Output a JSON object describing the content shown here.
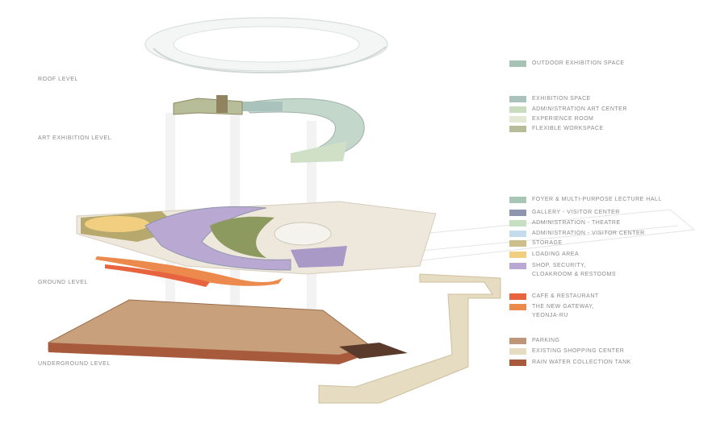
{
  "levels": {
    "roof": "ROOF LEVEL",
    "art": "ART EXHIBITION LEVEL",
    "ground": "GROUND LEVEL",
    "underground": "UNDERGROUND LEVEL"
  },
  "legend": [
    {
      "label": "OUTDOOR EXHIBITION SPACE",
      "color": "#a7c3b6"
    },
    {
      "label": "EXHIBITION SPACE",
      "color": "#a9c2bb"
    },
    {
      "label": "ADMINISTRATION ART CENTER",
      "color": "#c9dcc0"
    },
    {
      "label": "EXPERIENCE ROOM",
      "color": "#e2e8d3"
    },
    {
      "label": "FLEXIBLE WORKSPACE",
      "color": "#b7bd98"
    },
    {
      "label": "FOYER & MULTI-PURPOSE LECTURE HALL",
      "color": "#a8c5b5"
    },
    {
      "label": "GALLERY - VISITOR CENTER",
      "color": "#8e95ac"
    },
    {
      "label": "ADMINISTRATION  - THEATRE",
      "color": "#c6dfc2"
    },
    {
      "label": "ADMINISTRATION - VISITOR CENTER",
      "color": "#c5dcec"
    },
    {
      "label": "STORAGE",
      "color": "#cdbf8c"
    },
    {
      "label": "LOADING AREA",
      "color": "#f2cf80"
    },
    {
      "label": "SHOP, SECURITY,\nCLOAKROOM & RESTOOMS",
      "color": "#b9a9d2"
    },
    {
      "label": "CAFE & RESTAURANT",
      "color": "#e8643f"
    },
    {
      "label": "THE NEW GATEWAY,\nYEONJA-RU",
      "color": "#ec8a4e"
    },
    {
      "label": "PARKING",
      "color": "#bf957a"
    },
    {
      "label": "EXISTING SHOPPING CENTER",
      "color": "#e6dcc2"
    },
    {
      "label": "RAIN WATER COLLECTION TANK",
      "color": "#a85a3c"
    }
  ]
}
